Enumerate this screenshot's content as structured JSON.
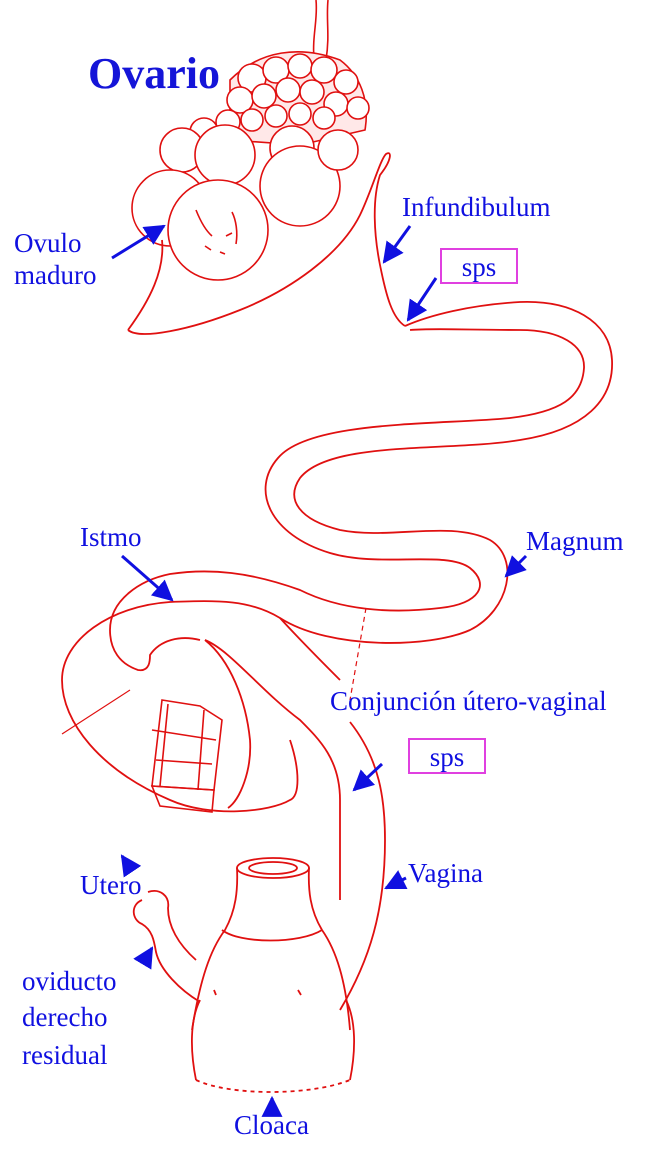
{
  "title": "Ovario",
  "labels": {
    "ovulo_line1": "Ovulo",
    "ovulo_line2": "maduro",
    "infundibulum": "Infundibulum",
    "sps_top": "sps",
    "istmo": "Istmo",
    "magnum": "Magnum",
    "conjuncion": "Conjunción útero-vaginal",
    "sps_bottom": "sps",
    "vagina": "Vagina",
    "utero": "Utero",
    "oviducto_line1": "oviducto",
    "oviducto_line2": "derecho",
    "oviducto_line3": "residual",
    "cloaca": "Cloaca"
  },
  "colors": {
    "drawing": "#e01010",
    "labels": "#1010e0",
    "highlight_box": "#e040e0",
    "background": "#ffffff"
  }
}
